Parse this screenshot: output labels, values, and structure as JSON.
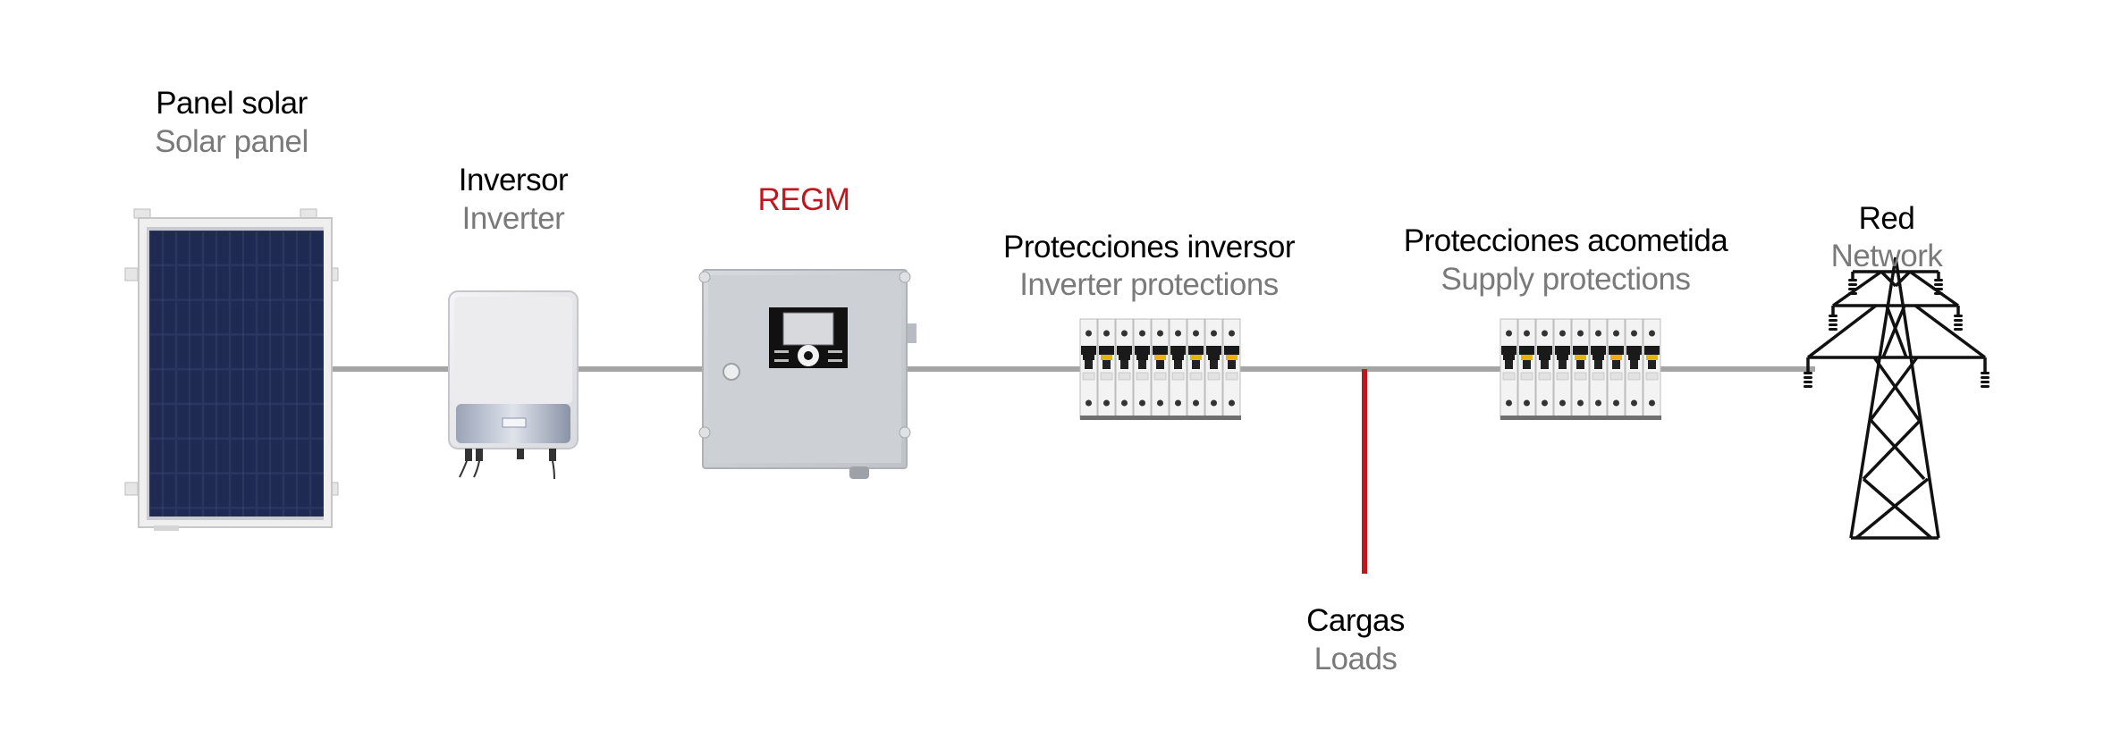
{
  "colors": {
    "primary_text": "#000000",
    "secondary_text": "#7a7a7a",
    "accent": "#c0161d",
    "bus_line": "#a5a5a5",
    "load_line": "#c0161d"
  },
  "components": {
    "solar_panel": {
      "label_es": "Panel solar",
      "label_en": "Solar panel",
      "icon": "solar-panel-icon"
    },
    "inverter": {
      "label_es": "Inversor",
      "label_en": "Inverter",
      "icon": "inverter-icon"
    },
    "regm": {
      "label": "REGM",
      "icon": "regm-controller-icon"
    },
    "inverter_protections": {
      "label_es": "Protecciones inversor",
      "label_en": "Inverter protections",
      "icon": "circuit-breakers-icon"
    },
    "supply_protections": {
      "label_es": "Protecciones acometida",
      "label_en": "Supply protections",
      "icon": "circuit-breakers-icon"
    },
    "loads": {
      "label_es": "Cargas",
      "label_en": "Loads",
      "icon": "load-branch-line"
    },
    "network": {
      "label_es": "Red",
      "label_en": "Network",
      "icon": "power-tower-icon"
    }
  }
}
